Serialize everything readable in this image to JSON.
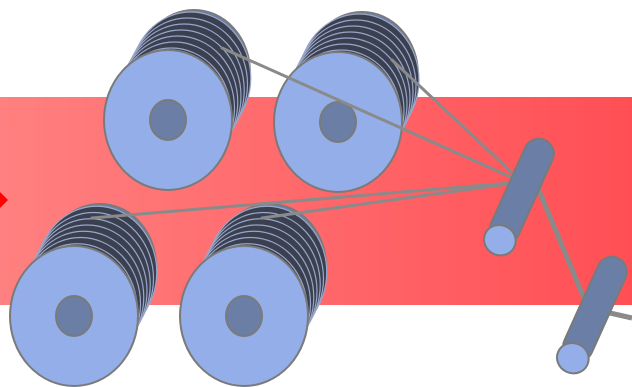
{
  "colors": {
    "band_light": "#ff8080",
    "band_dark": "#ff4f55",
    "arrow": "#ff0000",
    "spool_face": "#93aee8",
    "spool_back": "#6a82b4",
    "spool_hub": "#6a7ea6",
    "spool_layer": "#3a4050",
    "roller_body": "#6a7ea6",
    "roller_end": "#93aee8",
    "outline": "#7a7a7a",
    "thread": "#8a8a8a"
  },
  "icons": {
    "arrow": "arrow-right-icon",
    "spool": "spool-icon",
    "roller": "roller-icon"
  },
  "spools": [
    {
      "name": "spool-top-left"
    },
    {
      "name": "spool-top-right"
    },
    {
      "name": "spool-bottom-left"
    },
    {
      "name": "spool-bottom-right"
    }
  ],
  "rollers": [
    {
      "name": "guide-roller-upper"
    },
    {
      "name": "guide-roller-lower"
    }
  ]
}
